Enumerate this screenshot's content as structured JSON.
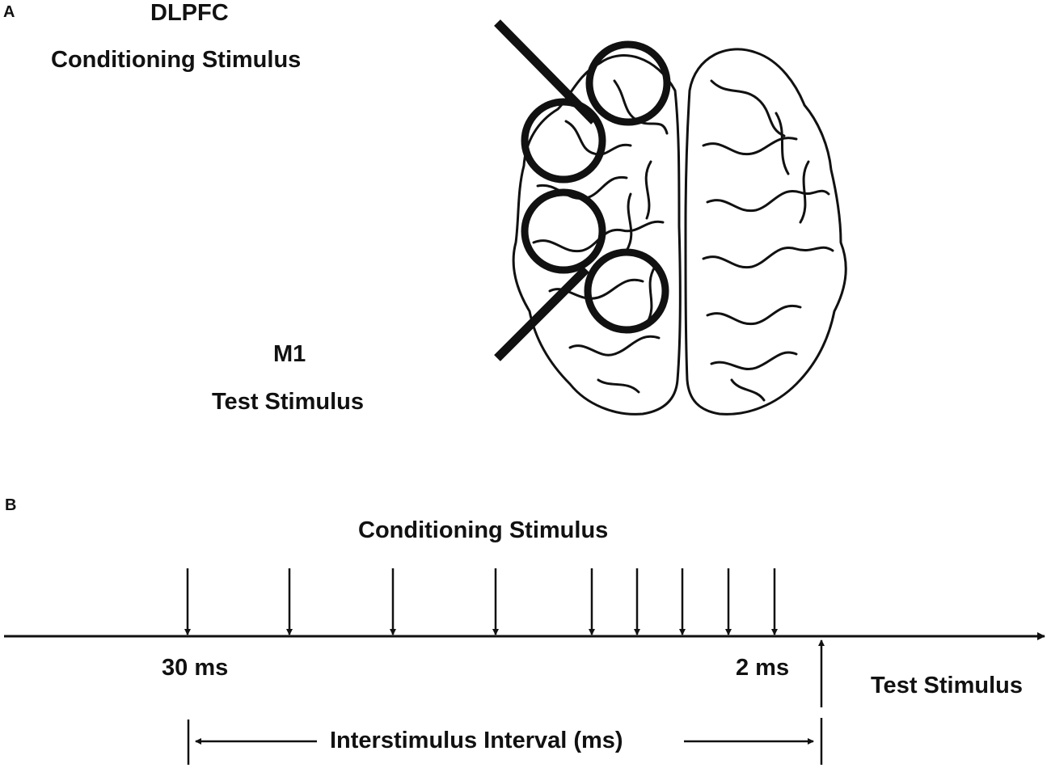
{
  "panel_a": {
    "letter": "A",
    "dlpfc_label": "DLPFC",
    "conditioning_label": "Conditioning Stimulus",
    "m1_label": "M1",
    "test_label": "Test Stimulus"
  },
  "panel_b": {
    "letter": "B",
    "conditioning_label": "Conditioning Stimulus",
    "first_isi_label": "30 ms",
    "last_isi_label": "2 ms",
    "test_label": "Test Stimulus",
    "interval_label": "Interstimulus Interval (ms)"
  },
  "colors": {
    "ink": "#111111",
    "background": "#ffffff"
  }
}
